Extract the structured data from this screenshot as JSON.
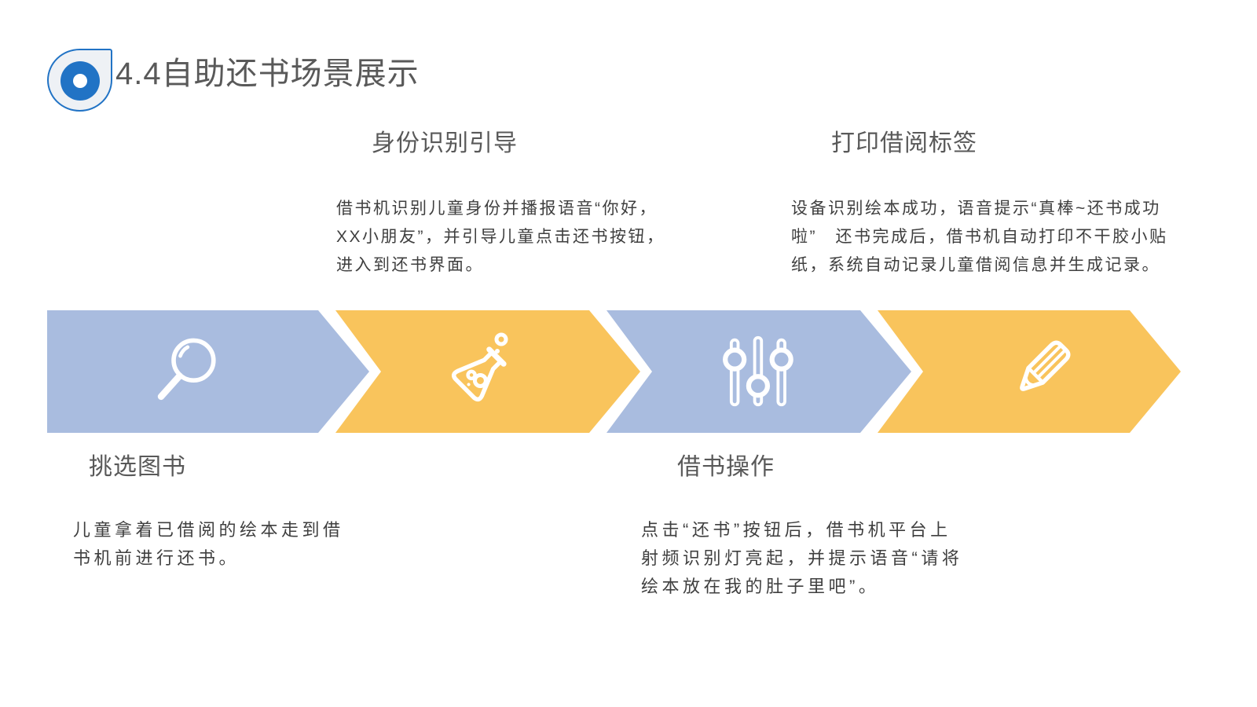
{
  "slide": {
    "title": "4.4自助还书场景展示"
  },
  "colors": {
    "chevron_blue": "#a9bcdf",
    "chevron_yellow": "#f9c45c",
    "accent_blue": "#2173c5",
    "heading_gray": "#595959",
    "body_gray": "#3f3f3f"
  },
  "steps": [
    {
      "name": "挑选图书",
      "description": "儿童拿着已借阅的绘本走到借\n书机前进行还书。",
      "icon": "magnifier-icon",
      "color": "#a9bcdf",
      "label_position": "below"
    },
    {
      "name": "身份识别引导",
      "description": "借书机识别儿童身份并播报语音“你好，\nXX小朋友”，并引导儿童点击还书按钮，\n进入到还书界面。",
      "icon": "flask-icon",
      "color": "#f9c45c",
      "label_position": "above"
    },
    {
      "name": "借书操作",
      "description": "点击“还书”按钮后，借书机平台上\n射频识别灯亮起，并提示语音“请将\n绘本放在我的肚子里吧”。",
      "icon": "sliders-icon",
      "color": "#a9bcdf",
      "label_position": "below"
    },
    {
      "name": "打印借阅标签",
      "description": "设备识别绘本成功，语音提示“真棒~还书成功\n啦”　还书完成后，借书机自动打印不干胶小贴\n纸，系统自动记录儿童借阅信息并生成记录。",
      "icon": "pencil-icon",
      "color": "#f9c45c",
      "label_position": "above"
    }
  ]
}
